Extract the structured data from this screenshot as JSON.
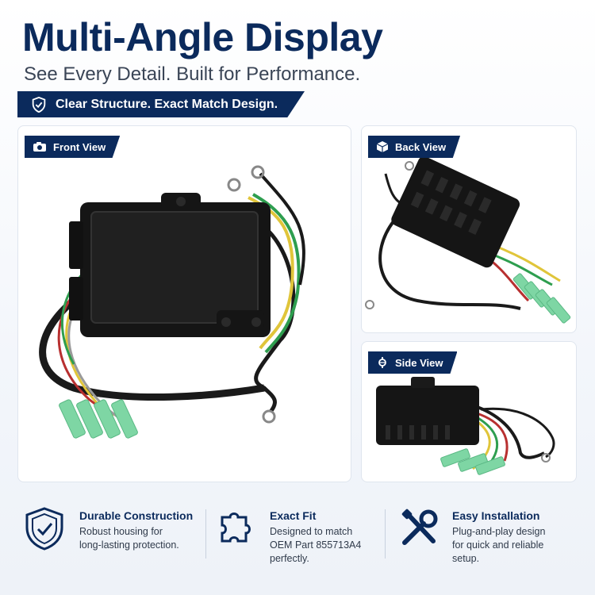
{
  "header": {
    "title": "Multi-Angle Display",
    "subtitle": "See Every Detail. Built for Performance.",
    "banner": "Clear Structure. Exact Match Design."
  },
  "views": {
    "front": "Front View",
    "back": "Back View",
    "side": "Side View"
  },
  "features": [
    {
      "title": "Durable Construction",
      "desc": "Robust housing for\nlong-lasting protection.",
      "icon": "shield-check-icon"
    },
    {
      "title": "Exact Fit",
      "desc": "Designed to match\nOEM Part 855713A4\nperfectly.",
      "icon": "puzzle-icon"
    },
    {
      "title": "Easy Installation",
      "desc": "Plug-and-play design\nfor quick and reliable\nsetup.",
      "icon": "tools-icon"
    }
  ],
  "colors": {
    "navy": "#0b2a5c",
    "connector": "#7ed6a4"
  }
}
